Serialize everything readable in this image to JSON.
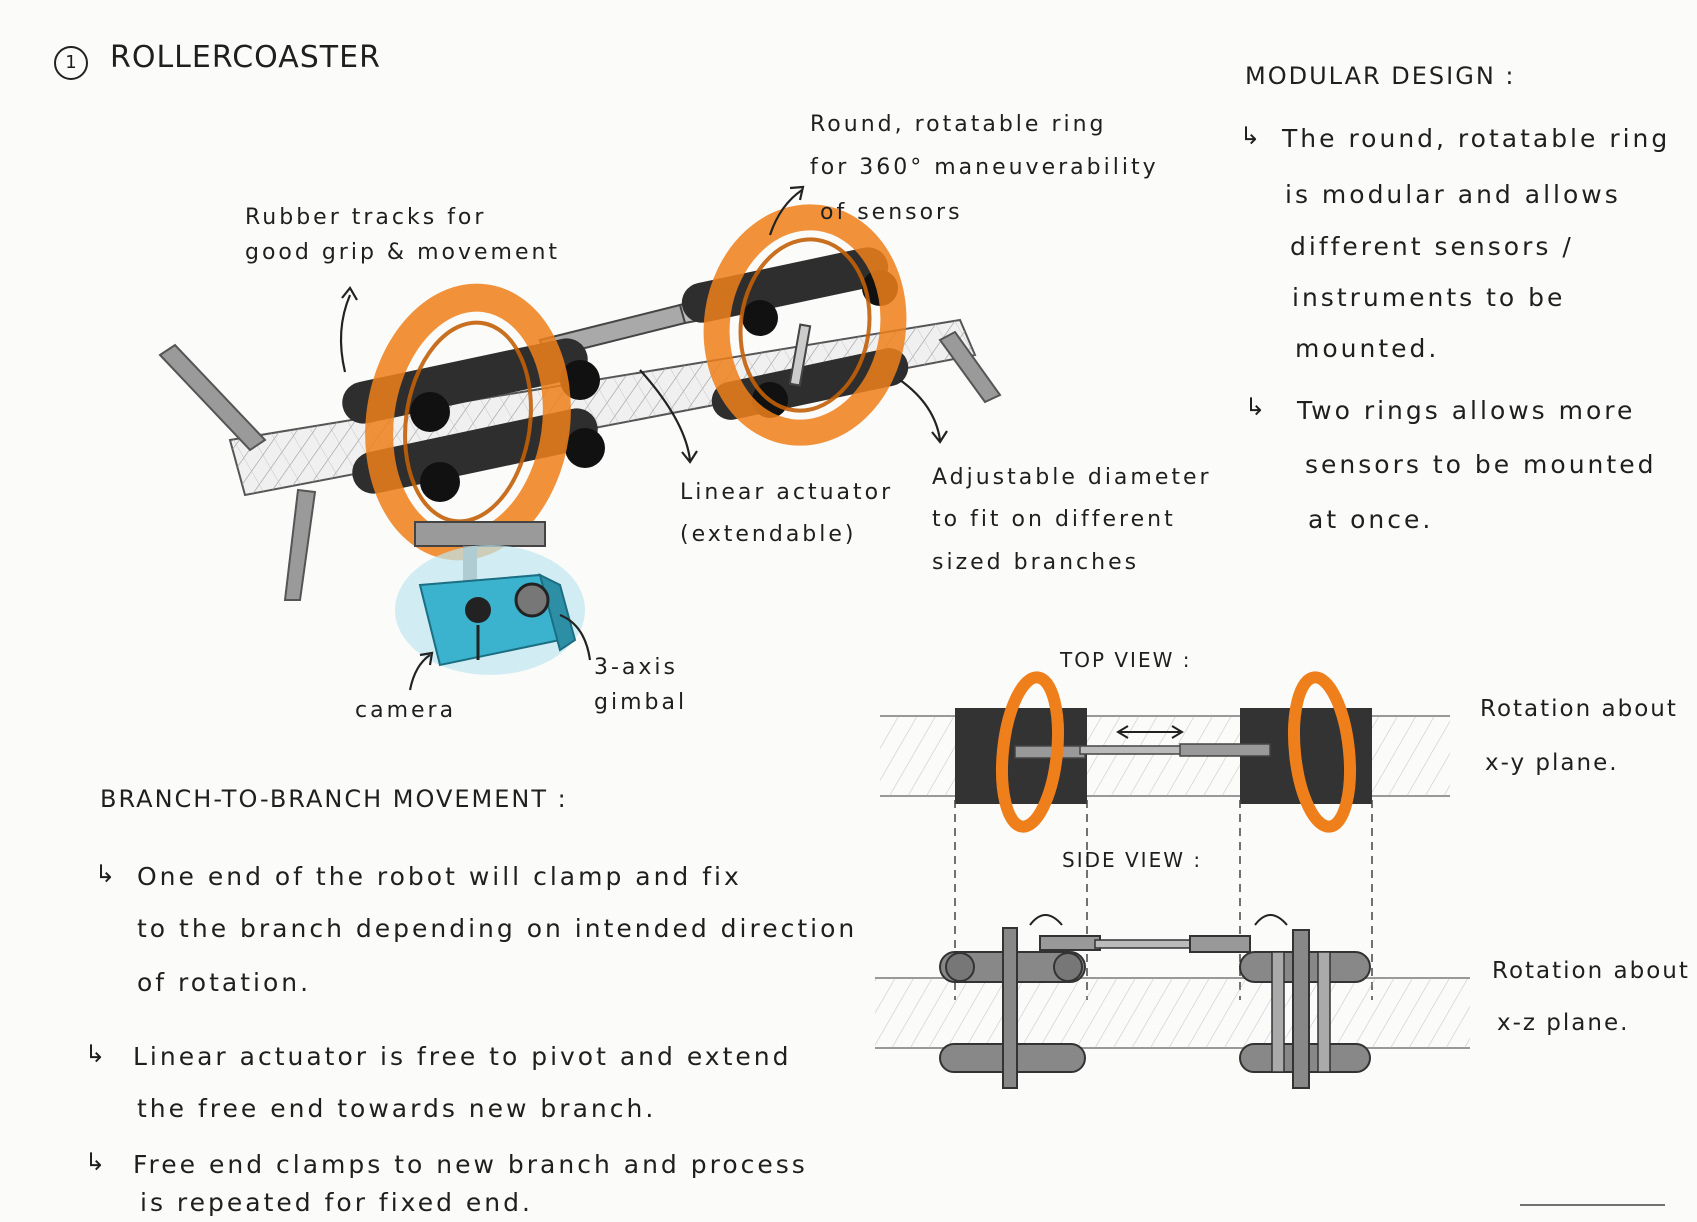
{
  "title": {
    "number": "1",
    "text": "ROLLERCOASTER"
  },
  "callouts": {
    "ring_line1": "Round, rotatable ring",
    "ring_line2": "for 360° maneuverability",
    "ring_line3": "of sensors",
    "tracks_line1": "Rubber tracks for",
    "tracks_line2": "good grip & movement",
    "actuator_line1": "Linear actuator",
    "actuator_line2": "(extendable)",
    "diameter_line1": "Adjustable diameter",
    "diameter_line2": "to fit on different",
    "diameter_line3": "sized branches",
    "camera": "camera",
    "gimbal_line1": "3-axis",
    "gimbal_line2": "gimbal"
  },
  "modular_design": {
    "heading": "MODULAR DESIGN :",
    "point1_lines": [
      "The round, rotatable ring",
      "is modular and allows",
      "different sensors /",
      "instruments to be",
      "mounted."
    ],
    "point2_lines": [
      "Two rings allows more",
      "sensors to be mounted",
      "at once."
    ]
  },
  "branch_movement": {
    "heading": "BRANCH-TO-BRANCH MOVEMENT :",
    "point1_lines": [
      "One end of the robot will clamp and fix",
      "to the branch depending on intended direction",
      "of rotation."
    ],
    "point2_lines": [
      "Linear actuator is free to pivot and extend",
      "the free end towards new branch."
    ],
    "point3_lines": [
      "Free end clamps to new branch and process",
      "is repeated for fixed end."
    ]
  },
  "views": {
    "top_view_label": "TOP VIEW :",
    "side_view_label": "SIDE VIEW :",
    "top_rotation_line1": "Rotation about",
    "top_rotation_line2": "x-y plane.",
    "side_rotation_line1": "Rotation about",
    "side_rotation_line2": "x-z plane."
  },
  "colors": {
    "ring_orange": "#ef7f1a",
    "track_dark": "#2e2e2e",
    "camera_blue": "#3bb3cf",
    "camera_glow": "#bfe7f1",
    "metal_gray": "#8c8c8c",
    "ink": "#1f1f1f"
  },
  "icons": {
    "bullet": "return-arrow-icon",
    "title_marker": "circled-number-icon"
  }
}
